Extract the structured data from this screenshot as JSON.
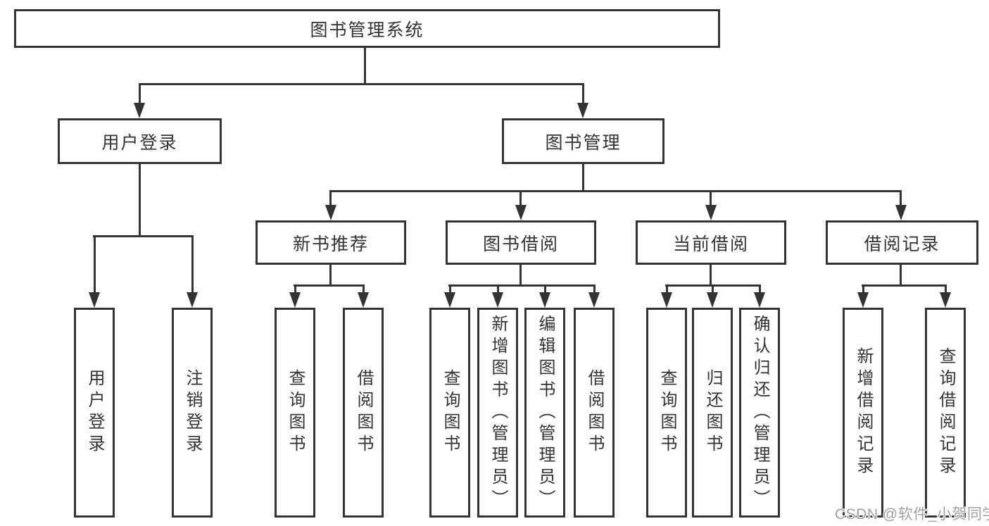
{
  "nodes": {
    "root": "图书管理系统",
    "level1": {
      "user_login": "用户登录",
      "book_mgmt": "图书管理"
    },
    "level2": {
      "new_books": "新书推荐",
      "book_borrow": "图书借阅",
      "current_borrow": "当前借阅",
      "borrow_records": "借阅记录"
    },
    "leaves": {
      "login": "用户登录",
      "logout": "注销登录",
      "nb_query": "查询图书",
      "nb_borrow": "借阅图书",
      "bb_query": "查询图书",
      "bb_add": "新增图书（管理员）",
      "bb_edit": "编辑图书（管理员）",
      "bb_borrow": "借阅图书",
      "cb_query": "查询图书",
      "cb_return": "归还图书",
      "cb_confirm": "确认归还（管理员）",
      "br_add": "新增借阅记录",
      "br_query": "查询借阅记录"
    }
  },
  "watermark": "CSDN @软件_小贺同学",
  "colors": {
    "line": "#333333",
    "text": "#333333",
    "watermark": "#a0a0a0",
    "background": "#ffffff"
  }
}
